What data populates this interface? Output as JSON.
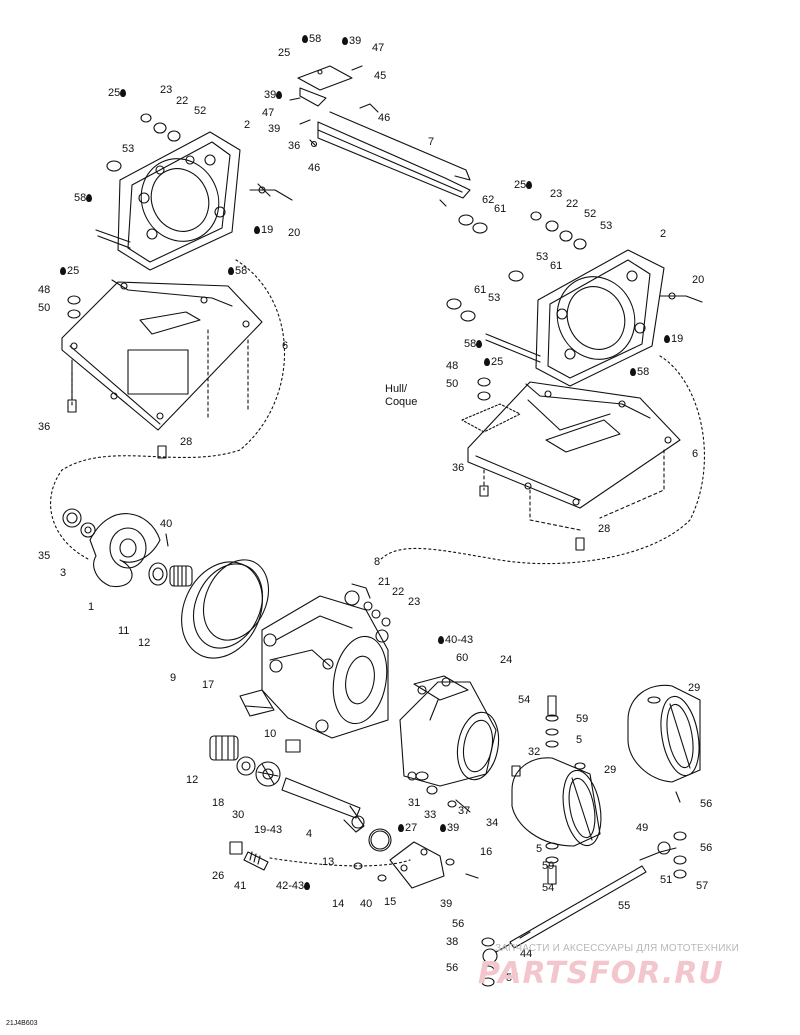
{
  "diagram": {
    "reference_code": "21J4B603",
    "hull_label_en": "Hull/",
    "hull_label_fr": "Coque",
    "watermark": {
      "tagline": "ЗАПЧАСТИ И АКСЕССУАРЫ ДЛЯ МОТОТЕХНИКИ",
      "logo": "PARTSFOR.RU"
    },
    "icons": {
      "lubricant": "drop-icon"
    },
    "callouts": [
      {
        "id": "c1",
        "text": "58",
        "drop": true
      },
      {
        "id": "c2",
        "text": "39",
        "drop": true
      },
      {
        "id": "c3",
        "text": "47",
        "drop": false
      },
      {
        "id": "c4",
        "text": "25",
        "drop": false
      },
      {
        "id": "c5",
        "text": "45",
        "drop": false
      },
      {
        "id": "c6",
        "text": "39",
        "drop": true
      },
      {
        "id": "c7",
        "text": "47",
        "drop": false
      },
      {
        "id": "c8",
        "text": "39",
        "drop": false
      },
      {
        "id": "c9",
        "text": "36",
        "drop": false
      },
      {
        "id": "c10",
        "text": "46",
        "drop": false
      },
      {
        "id": "c11",
        "text": "46",
        "drop": false
      },
      {
        "id": "c12",
        "text": "7",
        "drop": false
      },
      {
        "id": "c13",
        "text": "25",
        "drop": true
      },
      {
        "id": "c14",
        "text": "23",
        "drop": false
      },
      {
        "id": "c15",
        "text": "22",
        "drop": false
      },
      {
        "id": "c16",
        "text": "52",
        "drop": false
      },
      {
        "id": "c17",
        "text": "2",
        "drop": false
      },
      {
        "id": "c18",
        "text": "53",
        "drop": false
      },
      {
        "id": "c19",
        "text": "58",
        "drop": true
      },
      {
        "id": "c20",
        "text": "19",
        "drop": true
      },
      {
        "id": "c21",
        "text": "20",
        "drop": false
      },
      {
        "id": "c22",
        "text": "58",
        "drop": true
      },
      {
        "id": "c23",
        "text": "25",
        "drop": true
      },
      {
        "id": "c24",
        "text": "48",
        "drop": false
      },
      {
        "id": "c25",
        "text": "50",
        "drop": false
      },
      {
        "id": "c26",
        "text": "6",
        "drop": false
      },
      {
        "id": "c27",
        "text": "36",
        "drop": false
      },
      {
        "id": "c28",
        "text": "28",
        "drop": false
      },
      {
        "id": "c29",
        "text": "25",
        "drop": false
      },
      {
        "id": "c30",
        "text": "62",
        "drop": false
      },
      {
        "id": "c31",
        "text": "61",
        "drop": false
      },
      {
        "id": "c32",
        "text": "23",
        "drop": false
      },
      {
        "id": "c33",
        "text": "22",
        "drop": false
      },
      {
        "id": "c34",
        "text": "52",
        "drop": false
      },
      {
        "id": "c35",
        "text": "53",
        "drop": false
      },
      {
        "id": "c36",
        "text": "2",
        "drop": false
      },
      {
        "id": "c37",
        "text": "53",
        "drop": false
      },
      {
        "id": "c38",
        "text": "61",
        "drop": false
      },
      {
        "id": "c39",
        "text": "20",
        "drop": false
      },
      {
        "id": "c40",
        "text": "61",
        "drop": false
      },
      {
        "id": "c41",
        "text": "53",
        "drop": false
      },
      {
        "id": "c42",
        "text": "19",
        "drop": true
      },
      {
        "id": "c43",
        "text": "58",
        "drop": true
      },
      {
        "id": "c44",
        "text": "48",
        "drop": false
      },
      {
        "id": "c45",
        "text": "25",
        "drop": true
      },
      {
        "id": "c46",
        "text": "50",
        "drop": false
      },
      {
        "id": "c47",
        "text": "58",
        "drop": true
      },
      {
        "id": "c48",
        "text": "36",
        "drop": false
      },
      {
        "id": "c49",
        "text": "6",
        "drop": false
      },
      {
        "id": "c50",
        "text": "28",
        "drop": false
      },
      {
        "id": "c51",
        "text": "35",
        "drop": false
      },
      {
        "id": "c52",
        "text": "3",
        "drop": false
      },
      {
        "id": "c53",
        "text": "40",
        "drop": false
      },
      {
        "id": "c54",
        "text": "1",
        "drop": false
      },
      {
        "id": "c55",
        "text": "11",
        "drop": false
      },
      {
        "id": "c56",
        "text": "12",
        "drop": false
      },
      {
        "id": "c57",
        "text": "9",
        "drop": false
      },
      {
        "id": "c58",
        "text": "17",
        "drop": false
      },
      {
        "id": "c59",
        "text": "8",
        "drop": false
      },
      {
        "id": "c60",
        "text": "21",
        "drop": false
      },
      {
        "id": "c61",
        "text": "22",
        "drop": false
      },
      {
        "id": "c62",
        "text": "23",
        "drop": false
      },
      {
        "id": "c63",
        "text": "40-43",
        "drop": true
      },
      {
        "id": "c64",
        "text": "60",
        "drop": false
      },
      {
        "id": "c65",
        "text": "24",
        "drop": false
      },
      {
        "id": "c66",
        "text": "29",
        "drop": false
      },
      {
        "id": "c67",
        "text": "54",
        "drop": false
      },
      {
        "id": "c68",
        "text": "59",
        "drop": false
      },
      {
        "id": "c69",
        "text": "5",
        "drop": false
      },
      {
        "id": "c70",
        "text": "10",
        "drop": false
      },
      {
        "id": "c71",
        "text": "32",
        "drop": false
      },
      {
        "id": "c72",
        "text": "29",
        "drop": false
      },
      {
        "id": "c73",
        "text": "12",
        "drop": false
      },
      {
        "id": "c74",
        "text": "18",
        "drop": false
      },
      {
        "id": "c75",
        "text": "30",
        "drop": false
      },
      {
        "id": "c76",
        "text": "31",
        "drop": false
      },
      {
        "id": "c77",
        "text": "33",
        "drop": false
      },
      {
        "id": "c78",
        "text": "37",
        "drop": false
      },
      {
        "id": "c79",
        "text": "34",
        "drop": false
      },
      {
        "id": "c80",
        "text": "39",
        "drop": true
      },
      {
        "id": "c81",
        "text": "56",
        "drop": false
      },
      {
        "id": "c82",
        "text": "19-43",
        "drop": false
      },
      {
        "id": "c83",
        "text": "4",
        "drop": false
      },
      {
        "id": "c84",
        "text": "27",
        "drop": true
      },
      {
        "id": "c85",
        "text": "49",
        "drop": false
      },
      {
        "id": "c86",
        "text": "56",
        "drop": false
      },
      {
        "id": "c87",
        "text": "5",
        "drop": false
      },
      {
        "id": "c88",
        "text": "59",
        "drop": false
      },
      {
        "id": "c89",
        "text": "54",
        "drop": false
      },
      {
        "id": "c90",
        "text": "51",
        "drop": false
      },
      {
        "id": "c91",
        "text": "57",
        "drop": false
      },
      {
        "id": "c92",
        "text": "26",
        "drop": false
      },
      {
        "id": "c93",
        "text": "41",
        "drop": false
      },
      {
        "id": "c94",
        "text": "13",
        "drop": false
      },
      {
        "id": "c95",
        "text": "16",
        "drop": false
      },
      {
        "id": "c96",
        "text": "42-43",
        "drop": true
      },
      {
        "id": "c97",
        "text": "14",
        "drop": false
      },
      {
        "id": "c98",
        "text": "40",
        "drop": false
      },
      {
        "id": "c99",
        "text": "15",
        "drop": false
      },
      {
        "id": "c100",
        "text": "39",
        "drop": false
      },
      {
        "id": "c101",
        "text": "55",
        "drop": false
      },
      {
        "id": "c102",
        "text": "56",
        "drop": false
      },
      {
        "id": "c103",
        "text": "38",
        "drop": false
      },
      {
        "id": "c104",
        "text": "44",
        "drop": false
      },
      {
        "id": "c105",
        "text": "56",
        "drop": false
      },
      {
        "id": "c106",
        "text": "57",
        "drop": false
      }
    ]
  }
}
